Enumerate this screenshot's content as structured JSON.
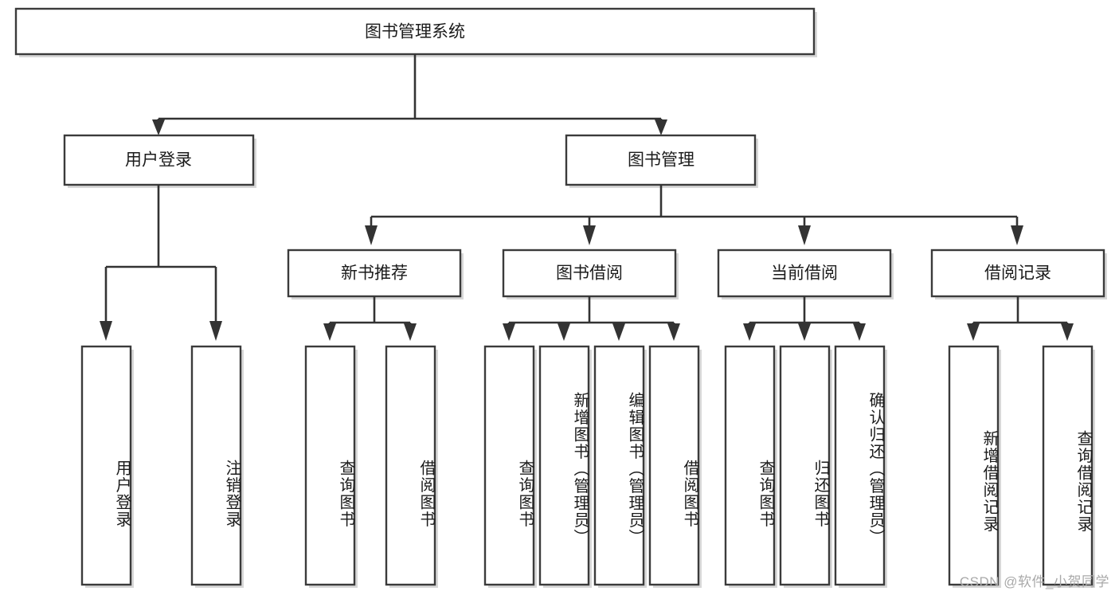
{
  "diagram": {
    "title": "图书管理系统",
    "type": "tree",
    "orientation": "top-down",
    "colors": {
      "box_stroke": "#3b3b3b",
      "box_fill": "#ffffff",
      "connector": "#333333",
      "text": "#1b1b1b",
      "watermark": "#a9a9a9",
      "background": "#ffffff"
    },
    "root": {
      "label": "图书管理系统",
      "name": "node-root-system"
    },
    "level2": [
      {
        "label": "用户登录",
        "name": "node-user-login"
      },
      {
        "label": "图书管理",
        "name": "node-book-management"
      }
    ],
    "level3": [
      {
        "label": "新书推荐",
        "name": "node-new-book-recommend"
      },
      {
        "label": "图书借阅",
        "name": "node-book-borrow"
      },
      {
        "label": "当前借阅",
        "name": "node-current-borrow"
      },
      {
        "label": "借阅记录",
        "name": "node-borrow-record"
      }
    ],
    "leaves": {
      "user_login": [
        {
          "label": "用户登录",
          "name": "leaf-user-login"
        },
        {
          "label": "注销登录",
          "name": "leaf-logout"
        }
      ],
      "new_book_recommend": [
        {
          "label": "查询图书",
          "name": "leaf-query-book-recommend"
        },
        {
          "label": "借阅图书",
          "name": "leaf-borrow-book-recommend"
        }
      ],
      "book_borrow": [
        {
          "label": "查询图书",
          "name": "leaf-query-book-borrow"
        },
        {
          "label": "新增图书（管理员）",
          "name": "leaf-add-book-admin"
        },
        {
          "label": "编辑图书（管理员）",
          "name": "leaf-edit-book-admin"
        },
        {
          "label": "借阅图书",
          "name": "leaf-borrow-book"
        }
      ],
      "current_borrow": [
        {
          "label": "查询图书",
          "name": "leaf-query-book-current"
        },
        {
          "label": "归还图书",
          "name": "leaf-return-book"
        },
        {
          "label": "确认归还（管理员）",
          "name": "leaf-confirm-return-admin"
        }
      ],
      "borrow_record": [
        {
          "label": "新增借阅记录",
          "name": "leaf-add-borrow-record"
        },
        {
          "label": "查询借阅记录",
          "name": "leaf-query-borrow-record"
        }
      ]
    },
    "watermark": "CSDN @软件_小贺同学"
  }
}
